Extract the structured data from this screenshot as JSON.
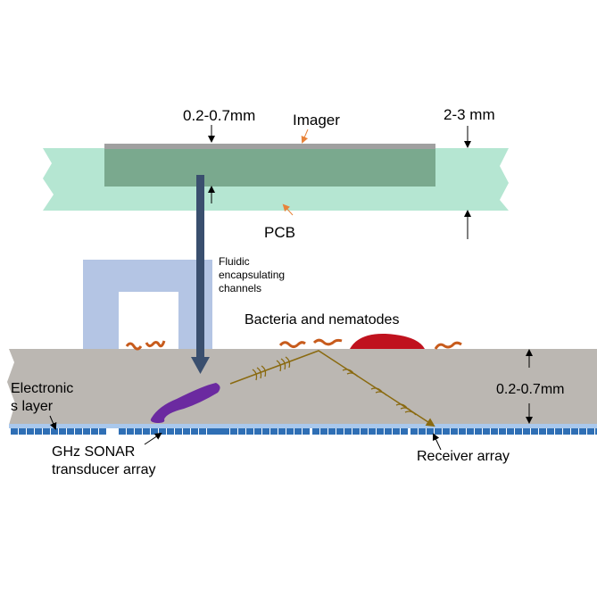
{
  "labels": {
    "imager_thickness": "0.2-0.7mm",
    "imager": "Imager",
    "pcb_thickness": "2-3 mm",
    "pcb": "PCB",
    "fluidic_line1": "Fluidic",
    "fluidic_line2": "encapsulating",
    "fluidic_line3": "channels",
    "bacteria": "Bacteria and nematodes",
    "electronics_line1": "Electronic",
    "electronics_line2": "s layer",
    "chip_thickness": "0.2-0.7mm",
    "sonar_line1": "GHz SONAR",
    "sonar_line2": "transducer array",
    "receiver": "Receiver array"
  },
  "colors": {
    "pcb": "#b5e6d2",
    "imager": "#7aa98e",
    "imager_top": "#a0a0a0",
    "chip": "#bbb7b2",
    "fluidic": "#b4c5e4",
    "down_arrow": "#3a4f6e",
    "beam": "#6b2aa0",
    "wave": "#8a6a10",
    "organism": "#c75b1c",
    "red_blob": "#c0121e",
    "electronics": "#a9c8ec",
    "transducer": "#2f6fb5",
    "pointer_orange": "#e8833a"
  }
}
